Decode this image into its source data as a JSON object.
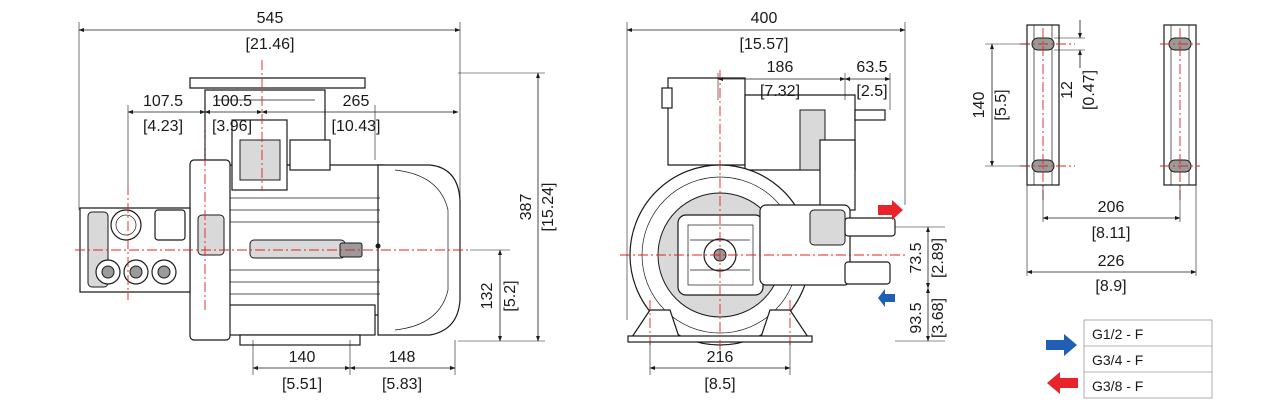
{
  "side_view": {
    "overall_length": "545",
    "overall_length_in": "[21.46]",
    "d_107_5": "107.5",
    "d_107_5_in": "[4.23]",
    "d_100_5": "100.5",
    "d_100_5_in": "[3.96]",
    "d_265": "265",
    "d_265_in": "[10.43]",
    "height": "387",
    "height_in": "[15.24]",
    "shaft_height": "132",
    "shaft_height_in": "[5.2]",
    "foot_140": "140",
    "foot_140_in": "[5.51]",
    "foot_148": "148",
    "foot_148_in": "[5.83]"
  },
  "front_view": {
    "width": "400",
    "width_in": "[15.57]",
    "d_186": "186",
    "d_186_in": "[7.32]",
    "d_63_5": "63.5",
    "d_63_5_in": "[2.5]",
    "d_73_5": "73.5",
    "d_73_5_in": "[2.89]",
    "d_93_5": "93.5",
    "d_93_5_in": "[3.68]",
    "base_216": "216",
    "base_216_in": "[8.5]"
  },
  "foot_plan": {
    "d_140": "140",
    "d_140_in": "[5.5]",
    "slot_12": "12",
    "slot_12_in": "[0.47]",
    "d_206": "206",
    "d_206_in": "[8.11]",
    "d_226": "226",
    "d_226_in": "[8.9]"
  },
  "legend": {
    "rows": [
      {
        "label": "G1/2 - F",
        "arrow": "blue"
      },
      {
        "label": "G3/4 - F",
        "arrow": ""
      },
      {
        "label": "G3/8 - F",
        "arrow": "red"
      }
    ]
  },
  "colors": {
    "outlet_arrow": "#e8232a",
    "inlet_arrow": "#1f5fb5",
    "centerline": "#e0221f"
  }
}
